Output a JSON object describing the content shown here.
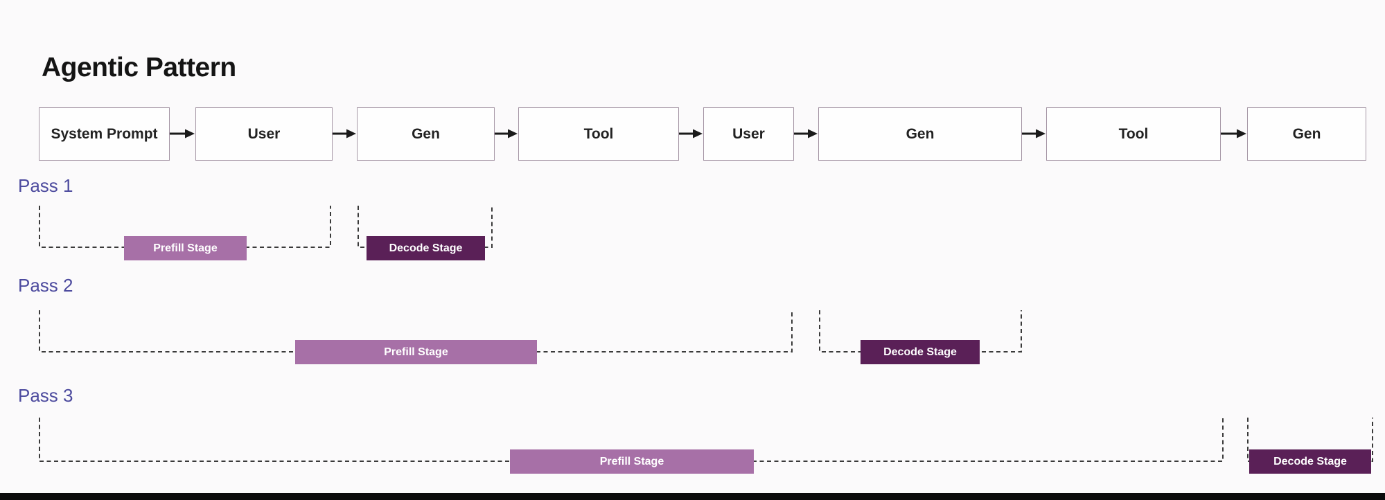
{
  "header": {
    "title": "Agentic Pattern"
  },
  "flow": {
    "boxes": [
      {
        "label": "System Prompt"
      },
      {
        "label": "User"
      },
      {
        "label": "Gen"
      },
      {
        "label": "Tool"
      },
      {
        "label": "User"
      },
      {
        "label": "Gen"
      },
      {
        "label": "Tool"
      },
      {
        "label": "Gen"
      }
    ]
  },
  "passes": [
    {
      "label": "Pass 1",
      "prefill_label": "Prefill Stage",
      "decode_label": "Decode Stage"
    },
    {
      "label": "Pass 2",
      "prefill_label": "Prefill Stage",
      "decode_label": "Decode Stage"
    },
    {
      "label": "Pass 3",
      "prefill_label": "Prefill Stage",
      "decode_label": "Decode Stage"
    }
  ],
  "colors": {
    "background": "#fbfafb",
    "title": "#141414",
    "box_text": "#222222",
    "box_border": "#a596a5",
    "arrow": "#1a1a1a",
    "dash": "#3a3a3a",
    "pass_label": "#4c4a9e",
    "prefill": "#a770a7",
    "decode": "#5a2057",
    "chip_text": "#ffffff",
    "accent_bar": "#0b0b0b"
  }
}
